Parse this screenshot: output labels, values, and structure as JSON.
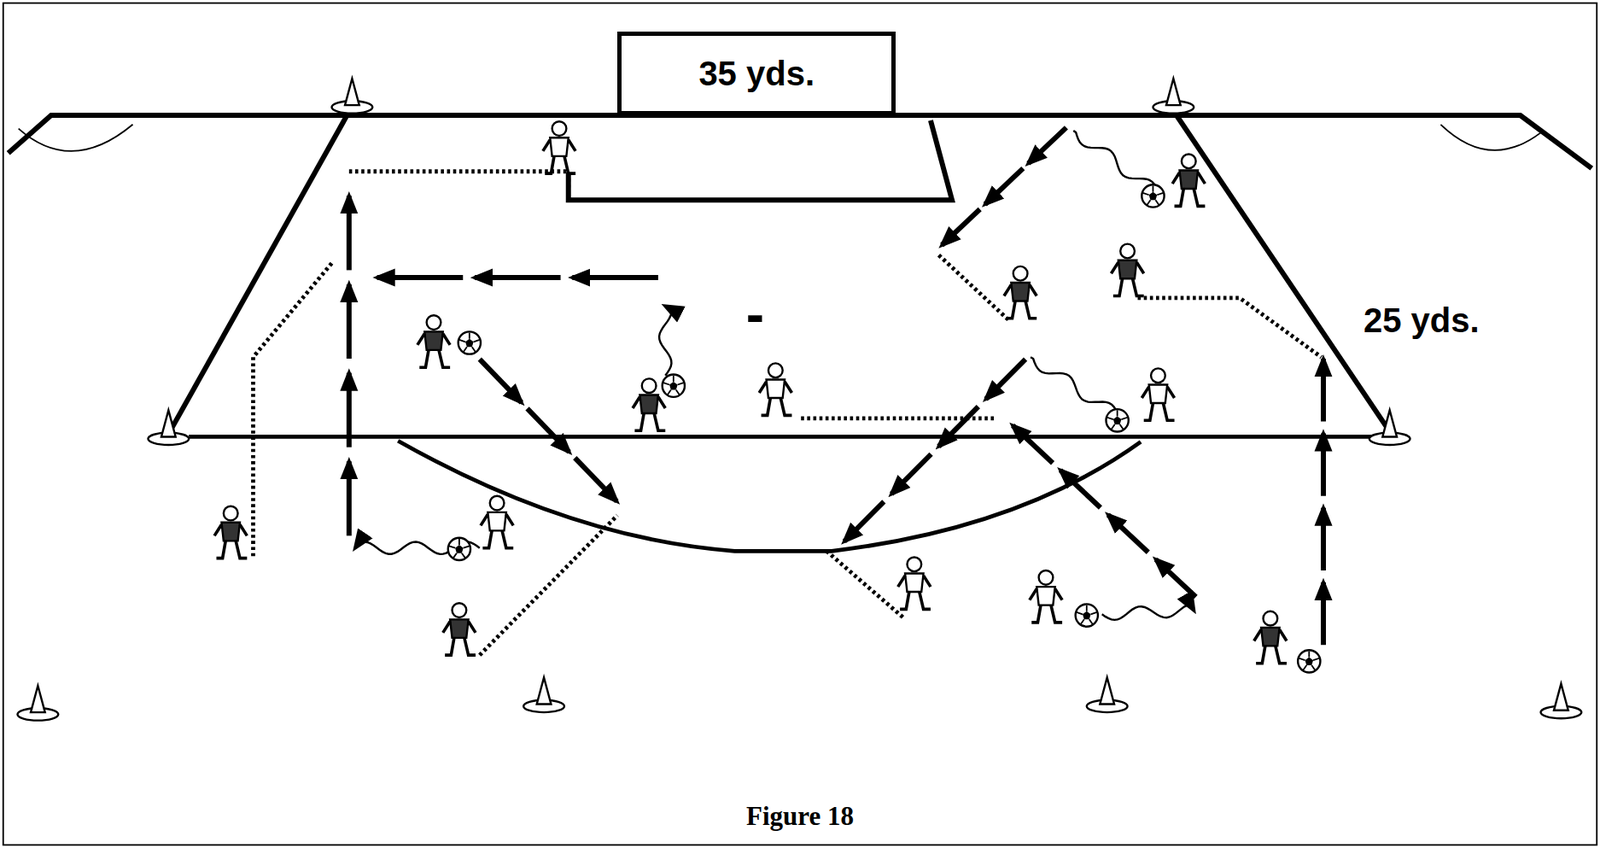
{
  "diagram": {
    "caption": "Figure 18",
    "nodes": [
      {
        "text": [
          "35 yds."
        ]
      }
    ],
    "labels": [
      "25 yds.",
      "-"
    ]
  }
}
